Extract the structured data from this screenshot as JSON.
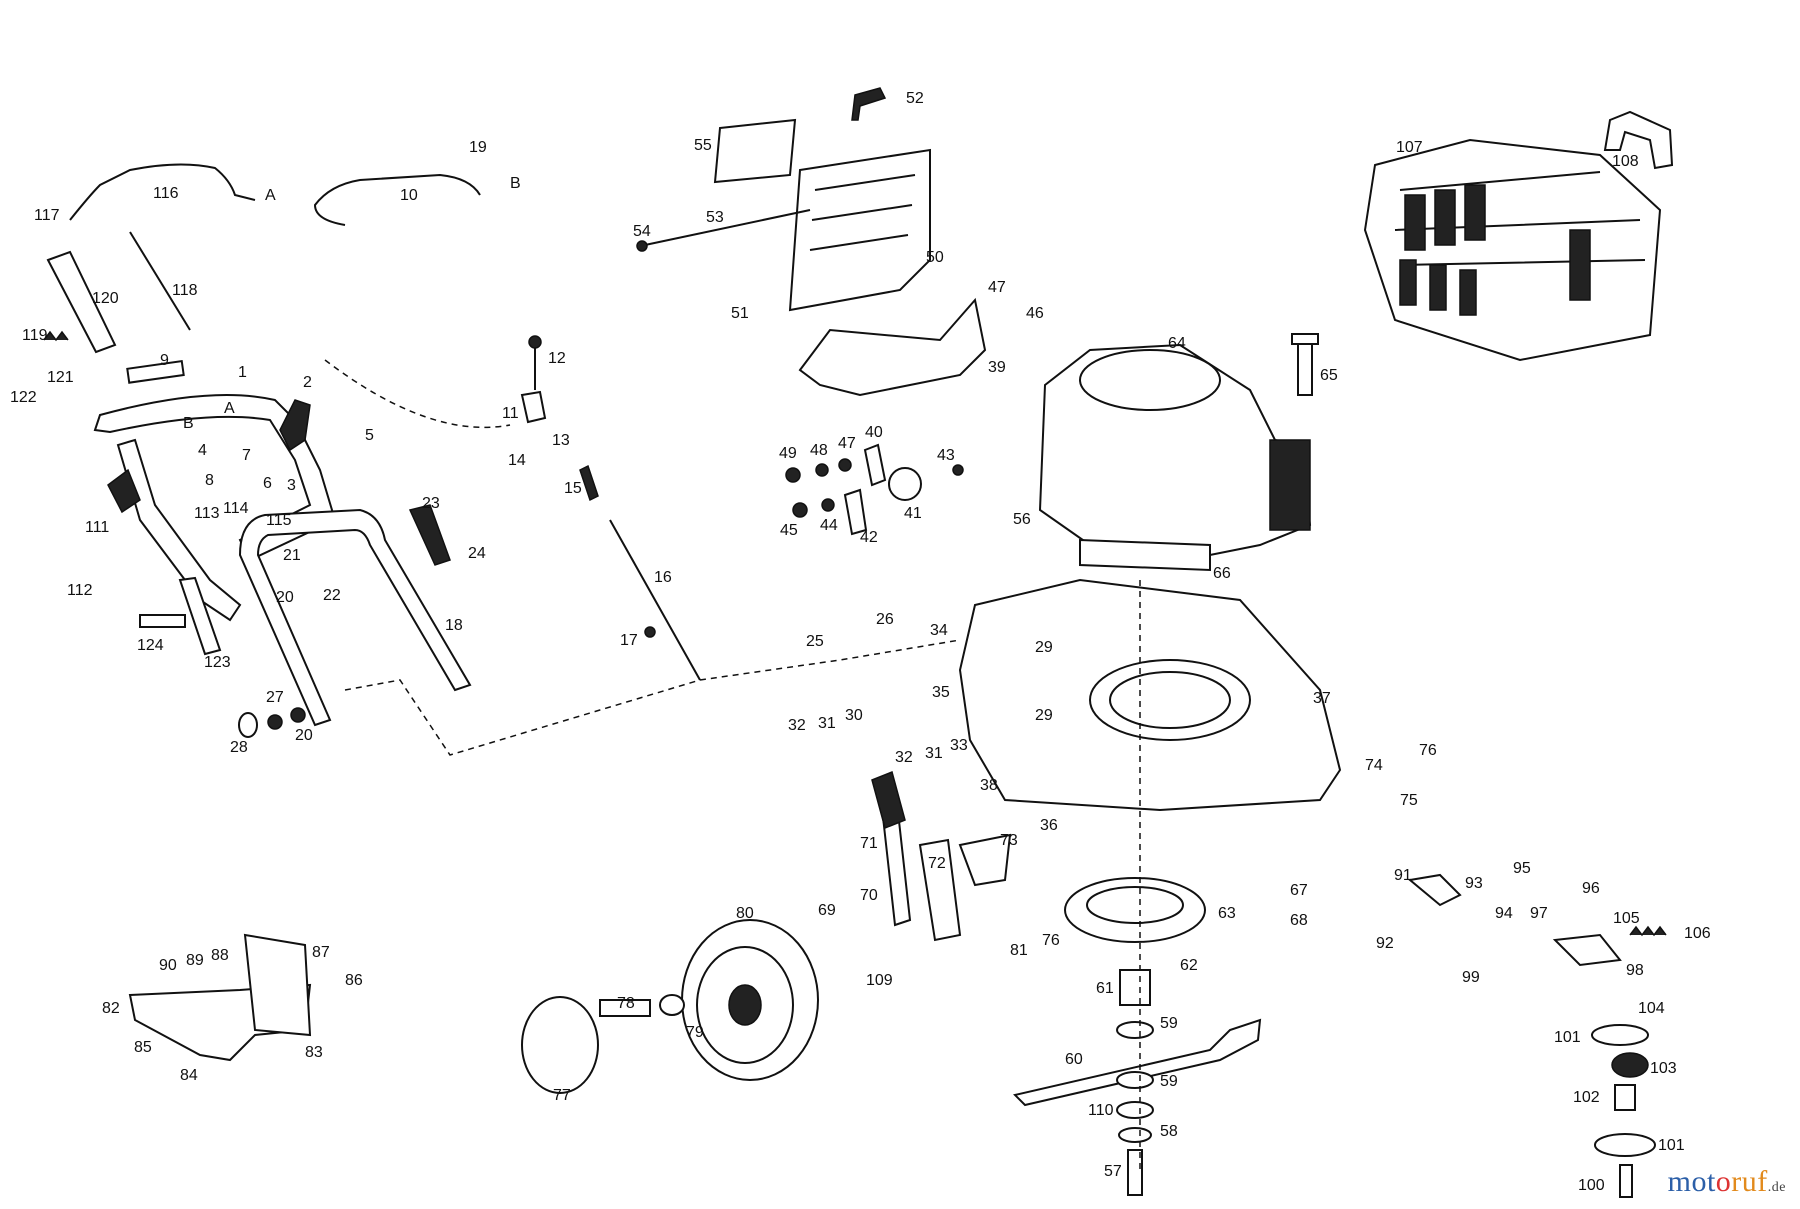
{
  "labels": {
    "l1": "1",
    "l2": "2",
    "l3": "3",
    "l4": "4",
    "l5": "5",
    "l6": "6",
    "l7": "7",
    "l8": "8",
    "l9": "9",
    "l10": "10",
    "l11": "11",
    "l12": "12",
    "l13": "13",
    "l14": "14",
    "l15": "15",
    "l16": "16",
    "l17": "17",
    "l18": "18",
    "l19": "19",
    "l20a": "20",
    "l20b": "20",
    "l21": "21",
    "l22": "22",
    "l23": "23",
    "l24": "24",
    "l25": "25",
    "l26": "26",
    "l27": "27",
    "l28": "28",
    "l29a": "29",
    "l29b": "29",
    "l30": "30",
    "l31a": "31",
    "l31b": "31",
    "l32a": "32",
    "l32b": "32",
    "l33": "33",
    "l34": "34",
    "l35": "35",
    "l36": "36",
    "l37": "37",
    "l38": "38",
    "l39": "39",
    "l40": "40",
    "l41": "41",
    "l42": "42",
    "l43": "43",
    "l44": "44",
    "l45": "45",
    "l46": "46",
    "l47a": "47",
    "l47b": "47",
    "l48": "48",
    "l49": "49",
    "l50": "50",
    "l51": "51",
    "l52": "52",
    "l53": "53",
    "l54": "54",
    "l55": "55",
    "l56": "56",
    "l57": "57",
    "l58": "58",
    "l59a": "59",
    "l59b": "59",
    "l60": "60",
    "l61": "61",
    "l62": "62",
    "l63": "63",
    "l64": "64",
    "l65": "65",
    "l66": "66",
    "l67": "67",
    "l68": "68",
    "l69": "69",
    "l70": "70",
    "l71": "71",
    "l72": "72",
    "l73": "73",
    "l74": "74",
    "l75": "75",
    "l76a": "76",
    "l76b": "76",
    "l77": "77",
    "l78": "78",
    "l79": "79",
    "l80": "80",
    "l81": "81",
    "l82": "82",
    "l83": "83",
    "l84": "84",
    "l85": "85",
    "l86": "86",
    "l87": "87",
    "l88": "88",
    "l89": "89",
    "l90": "90",
    "l91": "91",
    "l92": "92",
    "l93": "93",
    "l94": "94",
    "l95": "95",
    "l96": "96",
    "l97": "97",
    "l98": "98",
    "l99": "99",
    "l100": "100",
    "l101a": "101",
    "l101b": "101",
    "l102": "102",
    "l103": "103",
    "l104": "104",
    "l105": "105",
    "l106": "106",
    "l107": "107",
    "l108": "108",
    "l109": "109",
    "l110": "110",
    "l111": "111",
    "l112": "112",
    "l113": "113",
    "l114": "114",
    "l115": "115",
    "l116": "116",
    "l117": "117",
    "l118": "118",
    "l119": "119",
    "l120": "120",
    "l121": "121",
    "l122": "122",
    "l123": "123",
    "l124": "124",
    "refA1": "A",
    "refA2": "A",
    "refB1": "B",
    "refB2": "B"
  },
  "watermark": {
    "part1": "mot",
    "part2": "o",
    "part3": "ruf",
    "tld": ".de"
  }
}
